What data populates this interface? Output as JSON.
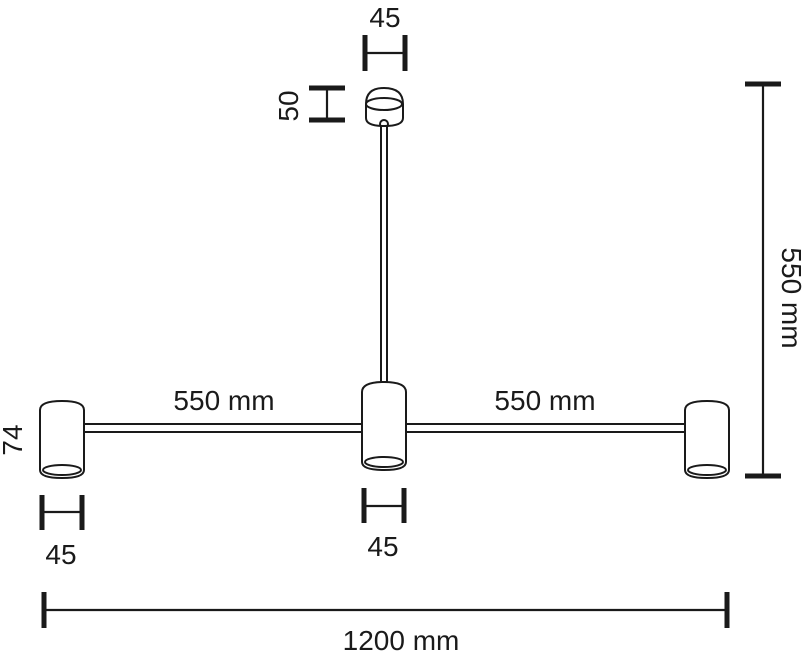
{
  "dimensions": {
    "canopy_width": "45",
    "canopy_height": "50",
    "shade_height": "74",
    "shade_width_left": "45",
    "shade_width_center": "45",
    "arm_left_length": "550 mm",
    "arm_right_length": "550 mm",
    "total_width": "1200 mm",
    "total_height": "550 mm"
  }
}
